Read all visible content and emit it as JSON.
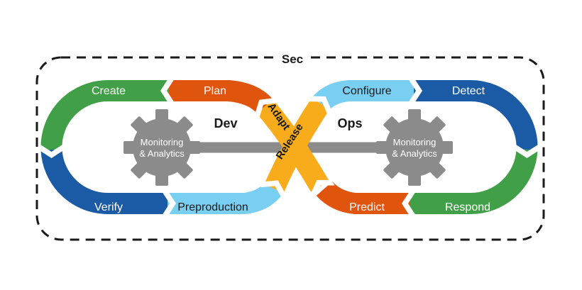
{
  "boundary": {
    "label": "Sec"
  },
  "loops": {
    "dev": {
      "label": "Dev",
      "segments": [
        {
          "label": "Create",
          "color": "green",
          "text_color": "white"
        },
        {
          "label": "Plan",
          "color": "orange",
          "text_color": "white"
        },
        {
          "label": "Verify",
          "color": "dark_blue",
          "text_color": "white"
        },
        {
          "label": "Preproduction",
          "color": "light_blue",
          "text_color": "ink"
        }
      ]
    },
    "ops": {
      "label": "Ops",
      "segments": [
        {
          "label": "Configure",
          "color": "light_blue",
          "text_color": "ink"
        },
        {
          "label": "Detect",
          "color": "dark_blue",
          "text_color": "white"
        },
        {
          "label": "Predict",
          "color": "orange",
          "text_color": "white"
        },
        {
          "label": "Respond",
          "color": "green",
          "text_color": "white"
        }
      ]
    }
  },
  "crossover": {
    "segments": [
      {
        "label": "Adapt",
        "color": "yellow",
        "text_color": "ink"
      },
      {
        "label": "Release",
        "color": "yellow",
        "text_color": "ink"
      }
    ]
  },
  "gears": {
    "line1": "Monitoring",
    "line2": "& Analytics"
  },
  "palette": {
    "green": "#41a047",
    "orange": "#e0550e",
    "dark_blue": "#1b5aa5",
    "light_blue": "#79cff2",
    "yellow": "#f8ac1c",
    "gray": "#8b8b8b",
    "ink": "#1a1a1a",
    "white": "#ffffff"
  }
}
